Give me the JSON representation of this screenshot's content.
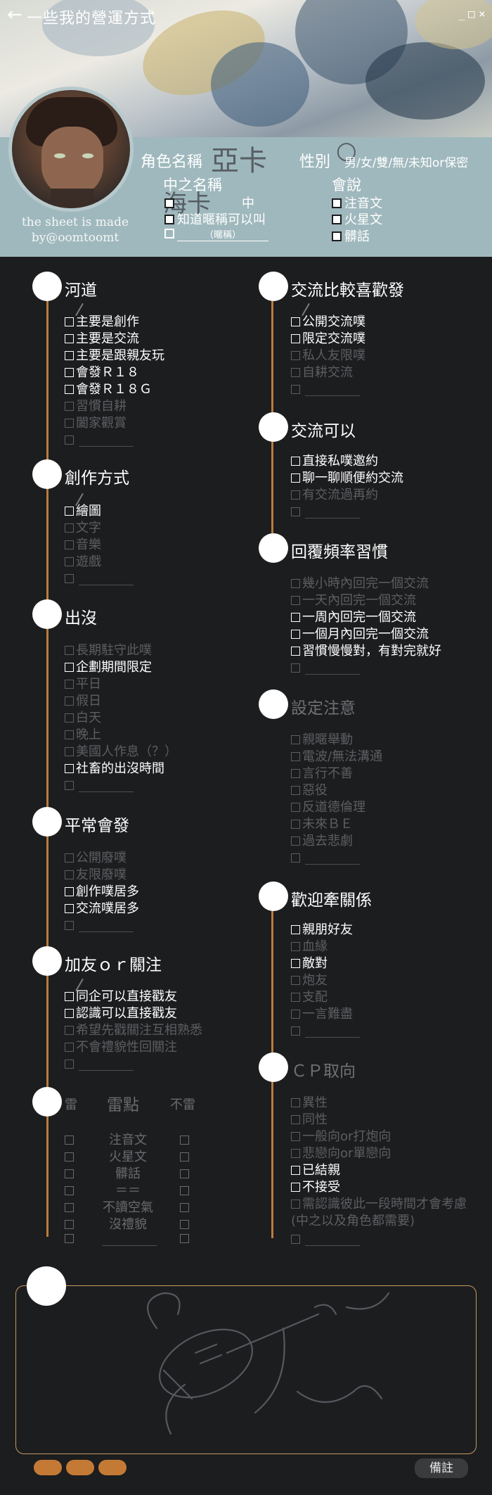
{
  "header": {
    "title": "一些我的營運方式",
    "window_controls": [
      "_",
      "□",
      "×"
    ]
  },
  "profile": {
    "credit": "the sheet is made by@oomtoomt",
    "character_name_label": "角色名稱",
    "character_name_value": "亞卡",
    "gender_label": "性別",
    "gender_options": "男/女/雙/無/未知or保密",
    "chinese_name_label": "中之名稱",
    "chinese_name_options": [
      {
        "label": "中",
        "checked": true
      },
      {
        "label": "知道暱稱可以叫",
        "checked": true
      },
      {
        "label": "（暱稱）",
        "checked": false
      }
    ],
    "chinese_name_value": "海卡",
    "speaks_label": "會說",
    "speaks_options": [
      {
        "label": "注音文",
        "checked": true
      },
      {
        "label": "火星文",
        "checked": true
      },
      {
        "label": "髒話",
        "checked": true
      }
    ]
  },
  "sections": {
    "river": {
      "title": "河道",
      "options": [
        {
          "label": "主要是創作",
          "on": true
        },
        {
          "label": "主要是交流",
          "on": true
        },
        {
          "label": "主要是跟親友玩",
          "on": true
        },
        {
          "label": "會發Ｒ１８",
          "on": true
        },
        {
          "label": "會發Ｒ１８Ｇ",
          "on": true
        },
        {
          "label": "習慣自耕",
          "on": false
        },
        {
          "label": "闔家觀賞",
          "on": false
        }
      ]
    },
    "create": {
      "title": "創作方式",
      "options": [
        {
          "label": "繪圖",
          "on": true
        },
        {
          "label": "文字",
          "on": false
        },
        {
          "label": "音樂",
          "on": false
        },
        {
          "label": "遊戲",
          "on": false
        }
      ]
    },
    "appear": {
      "title": "出沒",
      "options": [
        {
          "label": "長期駐守此噗",
          "on": false
        },
        {
          "label": "企劃期間限定",
          "on": true
        },
        {
          "label": "平日",
          "on": false
        },
        {
          "label": "假日",
          "on": false
        },
        {
          "label": "白天",
          "on": false
        },
        {
          "label": "晚上",
          "on": false
        },
        {
          "label": "美國人作息（？）",
          "on": false
        },
        {
          "label": "社畜的出沒時間",
          "on": true
        }
      ]
    },
    "usually": {
      "title": "平常會發",
      "options": [
        {
          "label": "公開廢噗",
          "on": false
        },
        {
          "label": "友限廢噗",
          "on": false
        },
        {
          "label": "創作噗居多",
          "on": true
        },
        {
          "label": "交流噗居多",
          "on": true
        }
      ]
    },
    "friend": {
      "title": "加友ｏｒ關注",
      "options": [
        {
          "label": "同企可以直接戳友",
          "on": true
        },
        {
          "label": "認識可以直接戳友",
          "on": true
        },
        {
          "label": "希望先戳關注互相熟悉",
          "on": false
        },
        {
          "label": "不會禮貌性回關注",
          "on": false
        }
      ]
    },
    "mines": {
      "left": "雷",
      "title": "雷點",
      "right": "不雷",
      "rows": [
        "注音文",
        "火星文",
        "髒話",
        "＝＝",
        "不讀空氣",
        "沒禮貌"
      ]
    },
    "prefer": {
      "title": "交流比較喜歡發",
      "options": [
        {
          "label": "公開交流噗",
          "on": true
        },
        {
          "label": "限定交流噗",
          "on": true
        },
        {
          "label": "私人友限噗",
          "on": false
        },
        {
          "label": "自耕交流",
          "on": false
        }
      ]
    },
    "can": {
      "title": "交流可以",
      "options": [
        {
          "label": "直接私噗邀約",
          "on": true
        },
        {
          "label": "聊一聊順便約交流",
          "on": true
        },
        {
          "label": "有交流過再約",
          "on": false
        }
      ]
    },
    "reply": {
      "title": "回覆頻率習慣",
      "options": [
        {
          "label": "幾小時內回完一個交流",
          "on": false
        },
        {
          "label": "一天內回完一個交流",
          "on": false
        },
        {
          "label": "一周內回完一個交流",
          "on": true
        },
        {
          "label": "一個月內回完一個交流",
          "on": true
        },
        {
          "label": "習慣慢慢對，有對完就好",
          "on": true
        }
      ]
    },
    "setting": {
      "title": "設定注意",
      "options": [
        {
          "label": "親暱舉動",
          "on": false
        },
        {
          "label": "電波/無法溝通",
          "on": false
        },
        {
          "label": "言行不善",
          "on": false
        },
        {
          "label": "惡役",
          "on": false
        },
        {
          "label": "反道德倫理",
          "on": false
        },
        {
          "label": "未來ＢＥ",
          "on": false
        },
        {
          "label": "過去悲劇",
          "on": false
        }
      ]
    },
    "relation": {
      "title": "歡迎牽關係",
      "options": [
        {
          "label": "親朋好友",
          "on": true
        },
        {
          "label": "血緣",
          "on": false
        },
        {
          "label": "敵對",
          "on": true
        },
        {
          "label": "炮友",
          "on": false
        },
        {
          "label": "支配",
          "on": false
        },
        {
          "label": "一言難盡",
          "on": false
        }
      ]
    },
    "cp": {
      "title": "ＣＰ取向",
      "options": [
        {
          "label": "異性",
          "on": false
        },
        {
          "label": "同性",
          "on": false
        },
        {
          "label": "一般向or打炮向",
          "on": false
        },
        {
          "label": "悲戀向or單戀向",
          "on": false
        },
        {
          "label": "已結親",
          "on": true
        },
        {
          "label": "不接受",
          "on": true
        },
        {
          "label": "需認識彼此一段時間才會考慮",
          "on": false
        },
        {
          "label": "(中之以及角色都需要)",
          "on": false
        }
      ]
    }
  },
  "footer": {
    "memo_button": "備註"
  },
  "colors": {
    "background": "#1c1d1f",
    "accent": "#b97b3d",
    "infobar": "#9fb8bd",
    "pill": "#c47a35"
  }
}
